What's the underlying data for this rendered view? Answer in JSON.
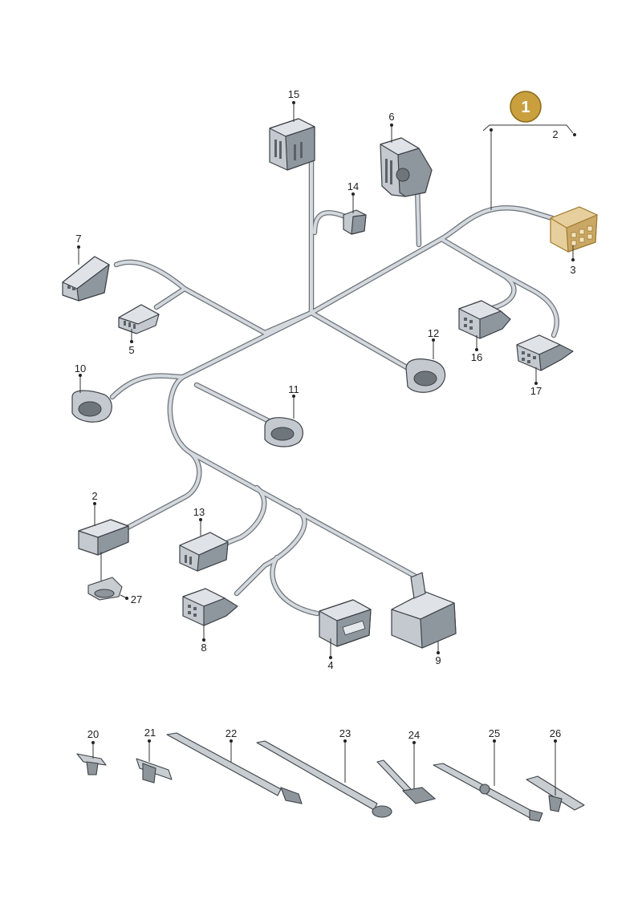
{
  "badge": {
    "label": "1"
  },
  "callouts": {
    "c2a": "2",
    "c3": "3",
    "c15": "15",
    "c6": "6",
    "c14": "14",
    "c7": "7",
    "c5": "5",
    "c10": "10",
    "c11": "11",
    "c12": "12",
    "c16": "16",
    "c17": "17",
    "c2b": "2",
    "c13": "13",
    "c27": "27",
    "c8": "8",
    "c4": "4",
    "c9": "9",
    "c20": "20",
    "c21": "21",
    "c22": "22",
    "c23": "23",
    "c24": "24",
    "c25": "25",
    "c26": "26"
  },
  "colors": {
    "highlight": "#c9a03d",
    "wire": "#6d737a",
    "connector": "#c3c9cf"
  }
}
